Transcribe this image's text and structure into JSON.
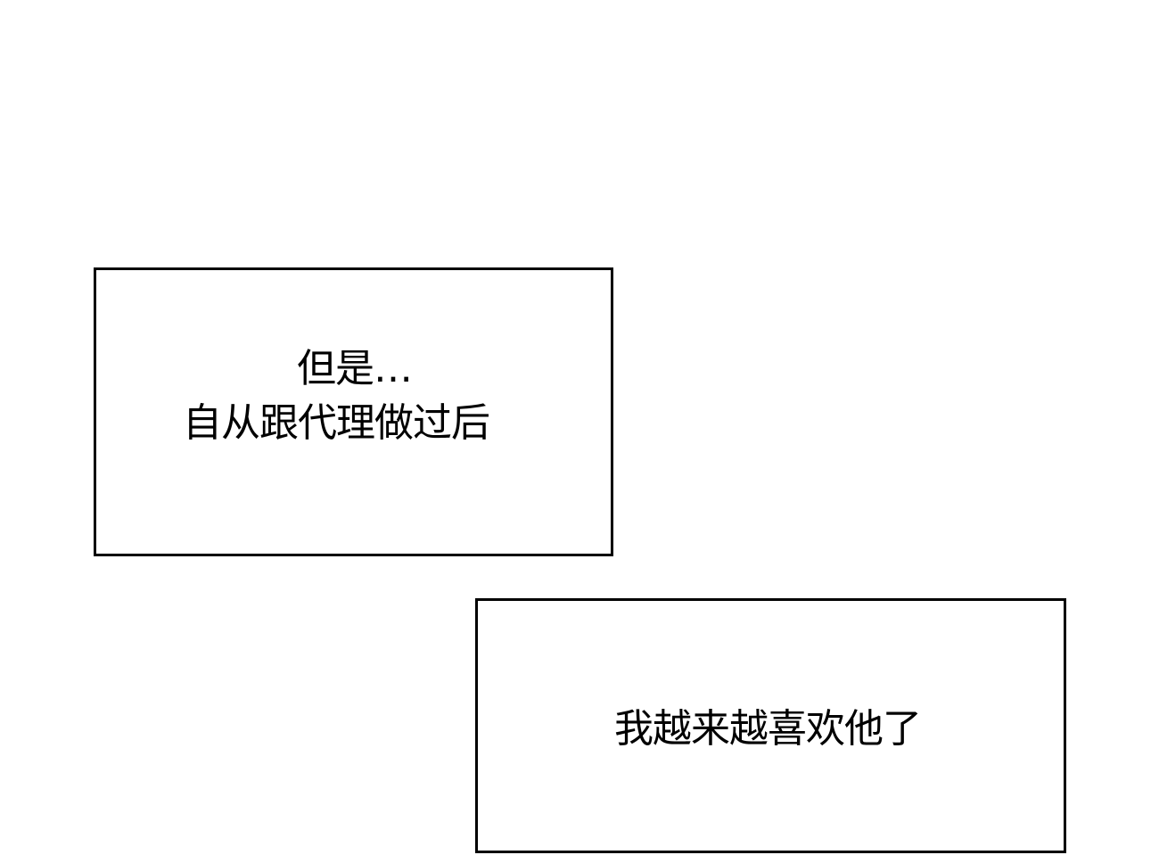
{
  "panel": {
    "background": "#ffffff",
    "captions": [
      {
        "lines": [
          "但是…",
          "自从跟代理做过后"
        ]
      },
      {
        "lines": [
          "我越来越喜欢他了"
        ]
      }
    ]
  }
}
